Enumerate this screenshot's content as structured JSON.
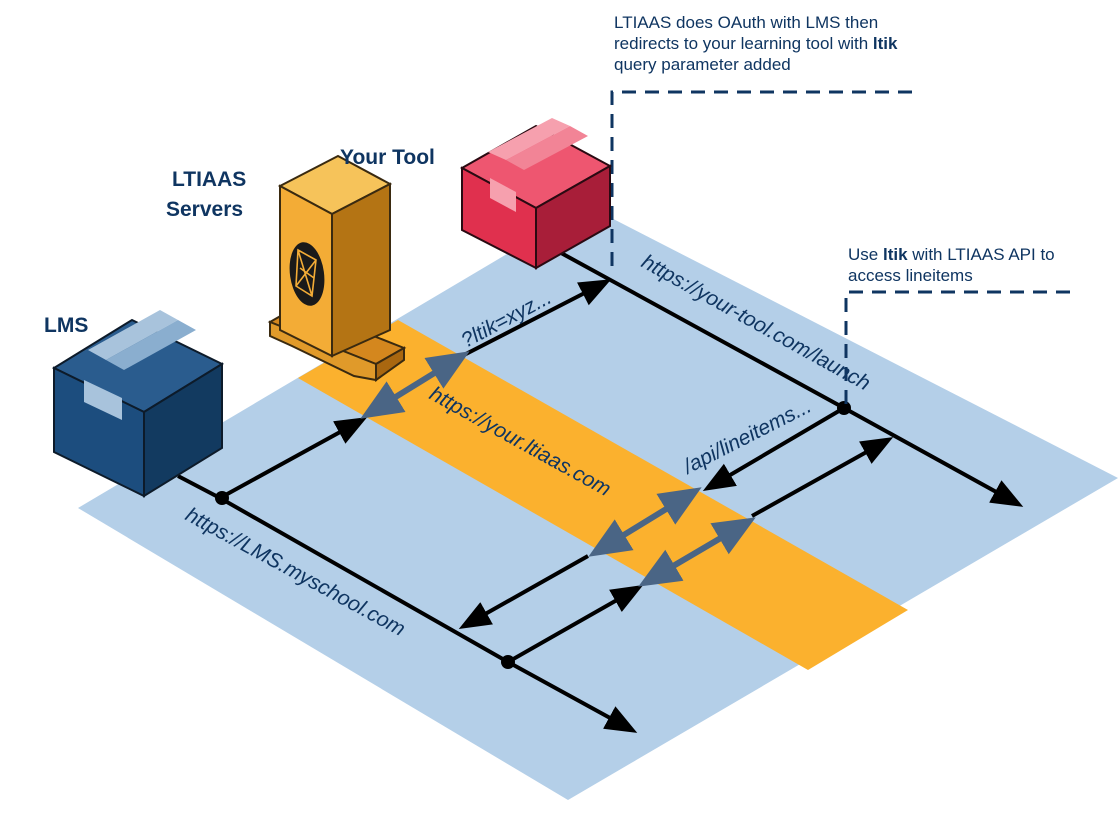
{
  "labels": {
    "lms": "LMS",
    "ltiaas_line1": "LTIAAS",
    "ltiaas_line2": "Servers",
    "your_tool": "Your Tool"
  },
  "urls": {
    "lms_url": "https://LMS.myschool.com",
    "ltiaas_url": "https://your.ltiaas.com",
    "tool_url": "https://your-tool.com/launch",
    "ltik_param": "?ltik=xyz...",
    "api_lineitems": "/api/lineitems..."
  },
  "callouts": {
    "oauth": {
      "pre": "LTIAAS does OAuth with LMS then redirects to your learning tool with",
      "bold": "ltik",
      "post": "query parameter added"
    },
    "api": {
      "pre": "Use",
      "bold": "ltik",
      "post": "with LTIAAS API to access lineitems"
    }
  },
  "colors": {
    "ground": "#b4cfe8",
    "ltiaas_band": "#fbb12e",
    "lms_box": "#1b4a7a",
    "tool_box": "#e0304e",
    "server": "#f3ac36",
    "dark_text": "#0f3561",
    "double_arrow": "#4a6585"
  }
}
